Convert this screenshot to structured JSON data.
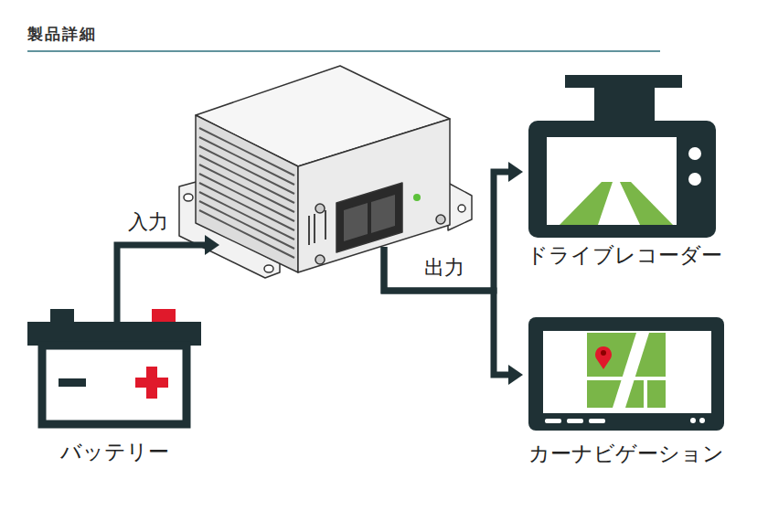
{
  "diagram": {
    "title": "製品詳細",
    "nodes": [
      {
        "text": [
          "バッテリー"
        ]
      },
      {
        "text": []
      },
      {
        "text": [
          "ドライブレコーダー"
        ]
      },
      {
        "text": [
          "カーナビゲーション"
        ]
      }
    ],
    "edges": [
      {
        "from": 0,
        "to": 1,
        "arrow": "to",
        "label": "入力"
      },
      {
        "from": 1,
        "to": 2,
        "arrow": "to",
        "label": "出力"
      },
      {
        "from": 1,
        "to": 3,
        "arrow": "to"
      }
    ]
  }
}
